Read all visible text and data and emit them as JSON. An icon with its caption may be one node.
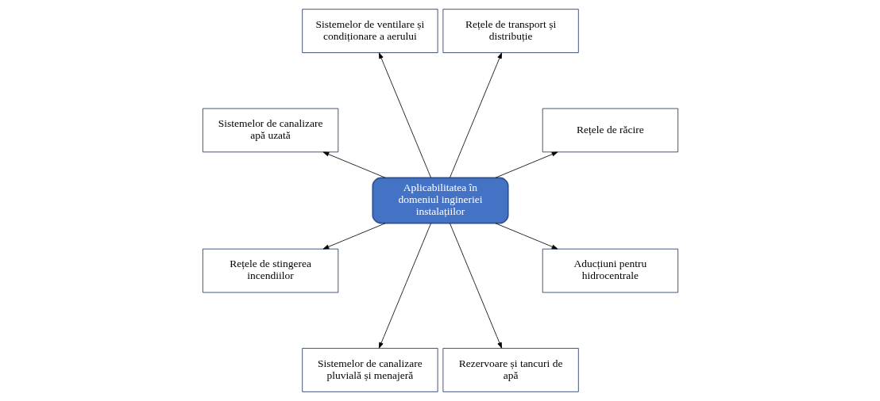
{
  "diagram": {
    "nodes": [
      {
        "text": [
          "Rețele de răcire"
        ]
      },
      {
        "text": [
          "Rețele de transport și distribuție"
        ]
      },
      {
        "text": [
          "Sistemelor de ventilare și condiționare a aerului"
        ]
      },
      {
        "text": [
          "Sistemelor de canalizare apă uzată"
        ]
      },
      {
        "text": [
          "Aplicabilitatea în domeniul ingineriei instalațiilor"
        ]
      },
      {
        "text": [
          "Rețele de stingerea incendiilor"
        ]
      },
      {
        "text": [
          "Sistemelor de canalizare pluvială și menajeră"
        ]
      },
      {
        "text": [
          "Rezervoare și tancuri de apă"
        ]
      },
      {
        "text": [
          "Aducțiuni pentru hidrocentrale"
        ]
      }
    ],
    "edges": [
      {
        "from": 4,
        "to": 0,
        "arrow": "to"
      },
      {
        "from": 4,
        "to": 1,
        "arrow": "to"
      },
      {
        "from": 4,
        "to": 2,
        "arrow": "to"
      },
      {
        "from": 4,
        "to": 3,
        "arrow": "to"
      },
      {
        "from": 4,
        "to": 5,
        "arrow": "to"
      },
      {
        "from": 4,
        "to": 6,
        "arrow": "to"
      },
      {
        "from": 4,
        "to": 7,
        "arrow": "to"
      },
      {
        "from": 4,
        "to": 8,
        "arrow": "to"
      }
    ]
  }
}
